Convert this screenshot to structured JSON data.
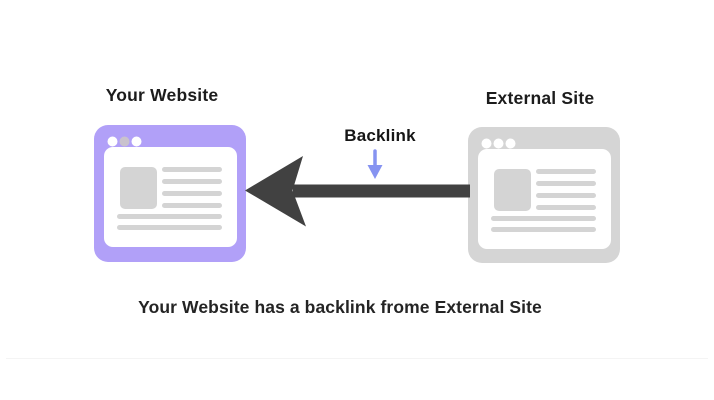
{
  "colors": {
    "background": "#ffffff",
    "your_website_fill": "#b1a0f8",
    "external_site_fill": "#d5d5d5",
    "arrow": "#414141",
    "backlink_pointer": "#8693f1",
    "placeholder": "#d4d4d4",
    "heading_text": "#1c1c1c",
    "caption_text": "#242424"
  },
  "your_website": {
    "title": "Your Website",
    "window_dots": [
      "#ffffff",
      "#c9c2cd",
      "#ffffff"
    ]
  },
  "external_site": {
    "title": "External Site",
    "window_dots": [
      "#ffffff",
      "#ffffff",
      "#ffffff"
    ]
  },
  "backlink": {
    "label": "Backlink",
    "from": "External Site",
    "to": "Your Website",
    "direction": "right-to-left"
  },
  "caption": "Your Website has a backlink frome External Site"
}
